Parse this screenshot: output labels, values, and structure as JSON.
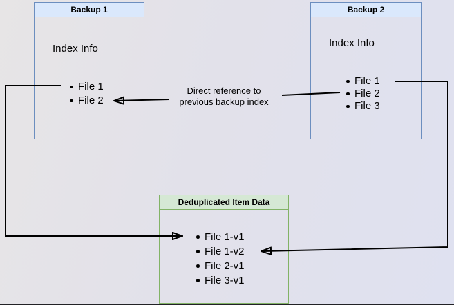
{
  "colors": {
    "bg_left": "#e7e5e6",
    "bg_mid": "#e2e1ea",
    "bg_right": "#dfe1f0",
    "blue_fill": "#dae8fc",
    "blue_border": "#6c8ebf",
    "green_fill": "#d5e8d4",
    "green_border": "#82b366",
    "line": "#000000"
  },
  "diagram": {
    "backup1": {
      "title": "Backup 1",
      "subtitle": "Index Info",
      "files": [
        "File 1",
        "File 2"
      ]
    },
    "backup2": {
      "title": "Backup 2",
      "subtitle": "Index Info",
      "files": [
        "File 1",
        "File 2",
        "File 3"
      ]
    },
    "dedup": {
      "title": "Deduplicated Item Data",
      "files": [
        "File 1-v1",
        "File 1-v2",
        "File 2-v1",
        "File 3-v1"
      ]
    },
    "annotation": {
      "line1": "Direct reference to",
      "line2": "previous backup index"
    }
  }
}
